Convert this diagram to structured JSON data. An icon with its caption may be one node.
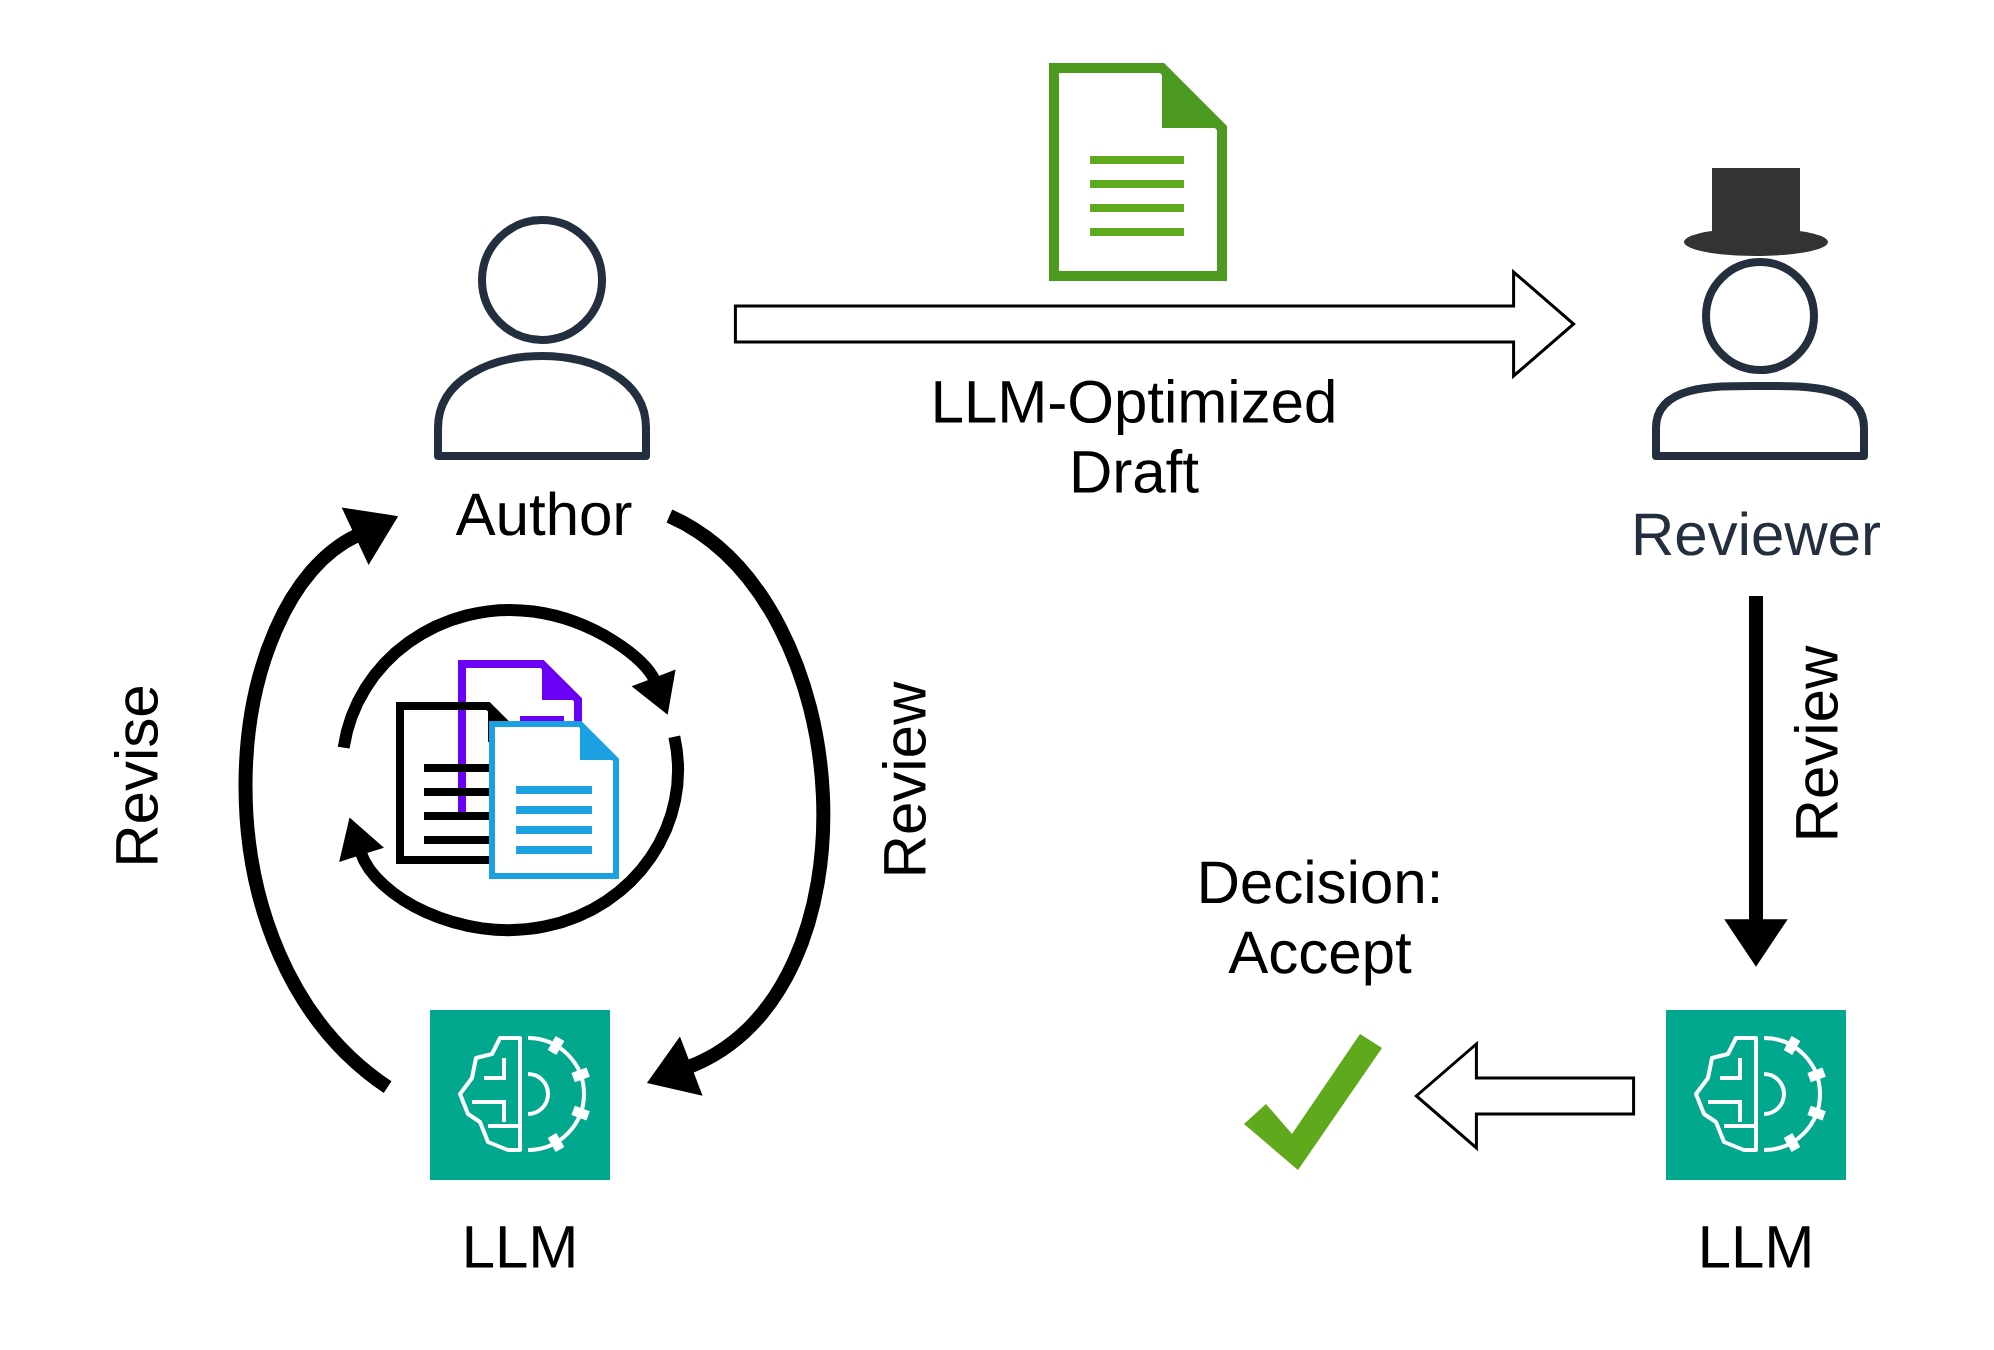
{
  "diagram": {
    "nodes": [
      {
        "text": [
          "Author"
        ]
      },
      {
        "text": [
          "Reviewer"
        ]
      },
      {
        "text": [
          "LLM"
        ]
      },
      {
        "text": [
          "LLM"
        ]
      },
      {
        "text": [
          "Decision: Accept"
        ]
      }
    ],
    "edges": [
      {
        "from": 0,
        "to": 1,
        "arrow": "to",
        "label": "LLM-Optimized Draft"
      },
      {
        "from": 0,
        "to": 2,
        "arrow": "to",
        "label": "Review"
      },
      {
        "from": 2,
        "to": 0,
        "arrow": "to",
        "label": "Revise"
      },
      {
        "from": 1,
        "to": 3,
        "arrow": "to",
        "label": "Review"
      },
      {
        "from": 3,
        "to": 4,
        "arrow": "to"
      }
    ]
  }
}
